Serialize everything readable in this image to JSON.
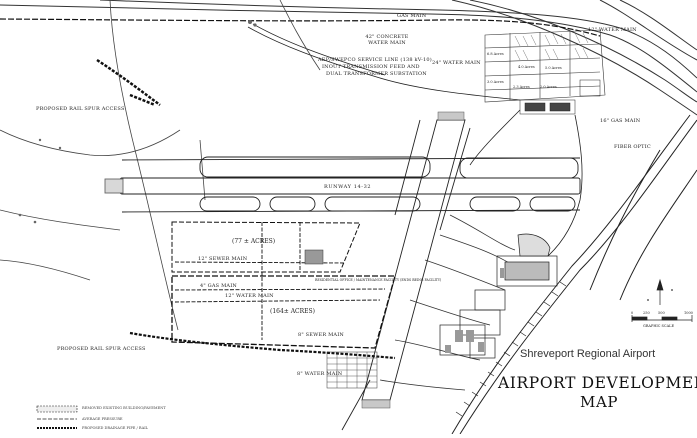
{
  "map": {
    "labels": {
      "gas_main_top": "GAS MAIN",
      "concrete_water_main": "42\" CONCRETE WATER MAIN",
      "water_main_12_top": "12\" WATER MAIN",
      "water_main_24": "24\" WATER MAIN",
      "gas_main_16": "16\" GAS MAIN",
      "fiber_optic": "FIBER OPTIC",
      "swepco": "AEP/SWEPCO SERVICE LINE (138 kV-10)",
      "swepco_line2": "INOUT TRANSMISSION FEED AND",
      "swepco_line3": "DUAL TRANSFORMER SUBSTATION",
      "rail_spur_top": "PROPOSED RAIL SPUR ACCESS",
      "rail_spur_bottom": "PROPOSED RAIL SPUR ACCESS",
      "runway": "RUNWAY 14-32",
      "acres_77": "(77 ± ACRES)",
      "acres_164": "(164± ACRES)",
      "sewer_main_12": "12\" SEWER MAIN",
      "gas_main_4": "4\" GAS MAIN",
      "water_main_12_mid": "12\" WATER MAIN",
      "sewer_main_8": "8\" SEWER MAIN",
      "water_main_8": "8\" WATER MAIN",
      "facility_note": "RESIDENTIAL OFFICE / MAINTENANCE FACILITY (ENDS BEING FACILITY)",
      "graphic_scale": "GRAPHIC SCALE",
      "scale_ticks": [
        "0",
        "250",
        "500",
        "1000"
      ],
      "parking_acres": [
        "6.8 Acres",
        "4.0 Acres",
        "5.0 Acres",
        "3.0 Acres",
        "2.3 Acres",
        "2.0 Acres"
      ]
    },
    "legend": [
      {
        "text": "REMOVED EXISTING BUILDING/PAVEMENT"
      },
      {
        "text": "AVERAGE PRESSURE"
      },
      {
        "text": "PROPOSED DRAINAGE PIPE / RAIL"
      }
    ],
    "airport_name": "Shreveport Regional Airport",
    "title_line1": "AIRPORT DEVELOPMENT",
    "title_line2": "MAP"
  }
}
